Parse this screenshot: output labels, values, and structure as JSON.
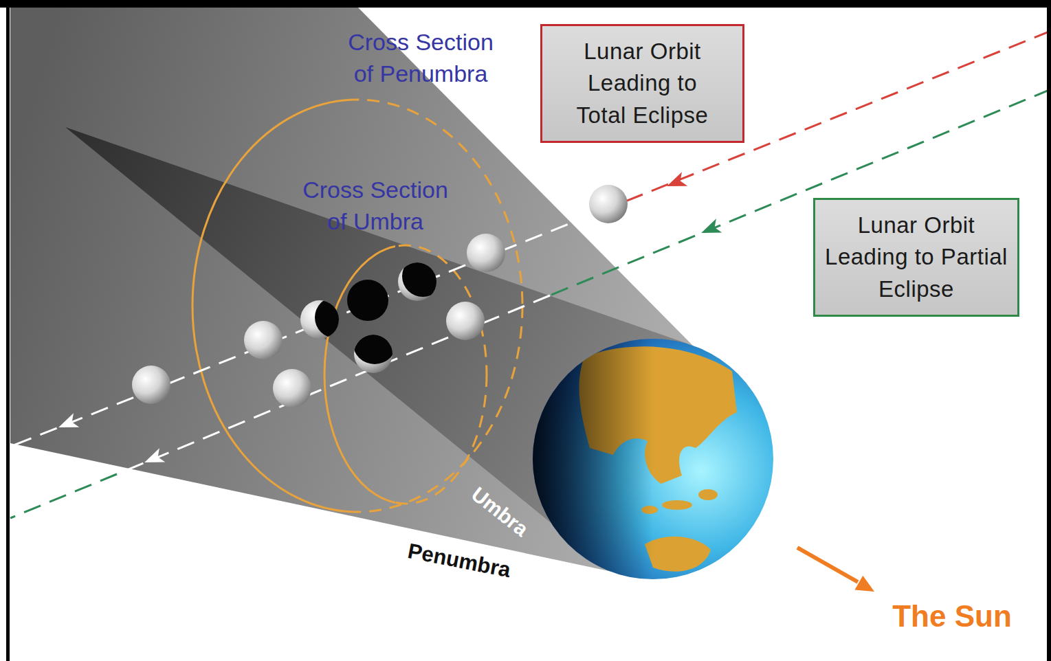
{
  "diagram": {
    "nodes": [
      {
        "text": [
          "Lunar Orbit Leading to Total Eclipse"
        ]
      },
      {
        "text": [
          "Lunar Orbit Leading to Partial Eclipse"
        ]
      }
    ],
    "labels": [
      "Cross Section of Penumbra",
      "Cross Section of Umbra",
      "Umbra",
      "Penumbra",
      "The Sun"
    ]
  }
}
